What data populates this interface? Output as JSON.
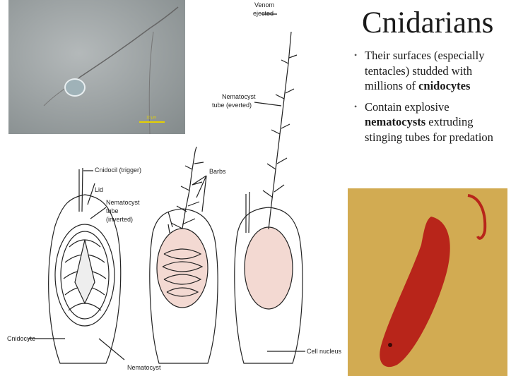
{
  "slide": {
    "title": "Cnidarians",
    "bullets": [
      {
        "before": "Their surfaces (especially tentacles) studded with millions of ",
        "bold": "cnidocytes",
        "after": ""
      },
      {
        "before": "Contain explosive ",
        "bold": "nematocysts",
        "after": " extruding stinging tubes for predation"
      }
    ]
  },
  "diagram": {
    "labels": {
      "venom": "Venom",
      "ejected": "ejected",
      "tube_everted_1": "Nematocyst",
      "tube_everted_2": "tube (everted)",
      "cnidocil": "Cnidocil (trigger)",
      "lid": "Lid",
      "tube_inverted_1": "Nematocyst",
      "tube_inverted_2": "tube",
      "tube_inverted_3": "(inverted)",
      "barbs": "Barbs",
      "cnidocyte": "Cnidocyte",
      "nematocyst": "Nematocyst",
      "cell_nucleus": "Cell nucleus"
    },
    "scale_bar": "10 µm"
  },
  "colors": {
    "micro_bg": "#9aa1a2",
    "stain_bg": "#cfa64a",
    "stain_cell": "#b8251a",
    "capsule_fill": "#f3d9d2"
  }
}
